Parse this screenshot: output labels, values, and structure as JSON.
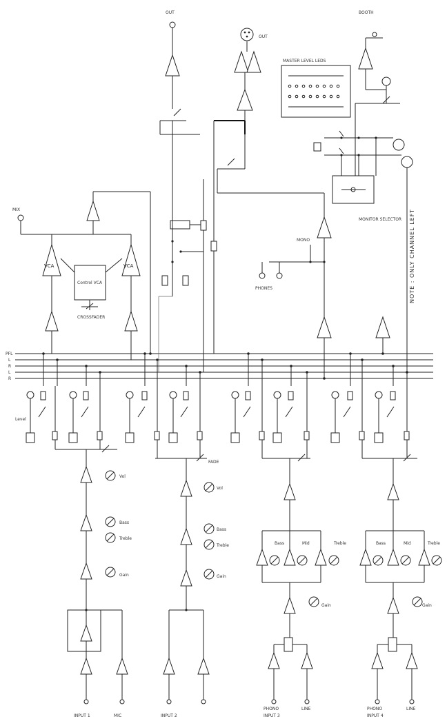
{
  "channels": [
    {
      "input_label": "INPUT 1",
      "pot_labels": [
        "Gain",
        "Bass",
        "Treble",
        "Vol"
      ],
      "level_label": "Level"
    },
    {
      "input_label": "INPUT 2",
      "pot_labels": [
        "Gain",
        "Bass",
        "Treble",
        "Vol"
      ],
      "level_label": "FADE"
    },
    {
      "input_label": "INPUT 3",
      "pot_labels": [
        "Gain",
        "Bass",
        "Mid",
        "Treble"
      ],
      "phono_label": "PHONO",
      "line_label": "LINE"
    },
    {
      "input_label": "INPUT 4",
      "pot_labels": [
        "Gain",
        "Bass",
        "Mid",
        "Treble"
      ],
      "phono_label": "PHONO",
      "line_label": "LINE"
    }
  ],
  "mic_label": "MIC",
  "vca": {
    "left": "VCA",
    "right": "VCA",
    "control": "Control VCA",
    "crossfader": "CROSSFADER"
  },
  "bus_labels": [
    "PFL",
    "L",
    "R",
    "L",
    "R"
  ],
  "outputs": {
    "mix": "MIX",
    "rec_out": "OUT",
    "master_out": "OUT",
    "booth_out": "BOOTH"
  },
  "meter": {
    "label": "MASTER LEVEL LEDS"
  },
  "headphones": {
    "selector": "MONITOR SELECTOR",
    "mono": "MONO",
    "phones": "PHONES"
  },
  "note": "NOTE : ONLY CHANNEL LEFT"
}
